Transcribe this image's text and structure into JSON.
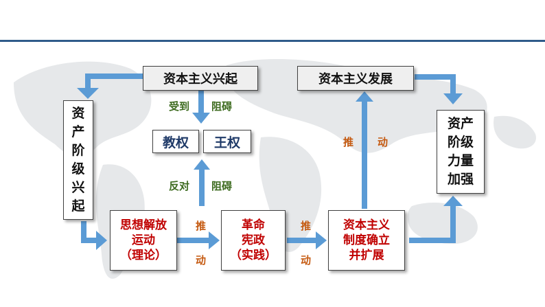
{
  "colors": {
    "arrow": "#5b9bd5",
    "accent_red": "#c00000",
    "label_green": "#3d6b1f",
    "label_orange": "#c55a11",
    "navy_text": "#1f3a68",
    "rule_line": "#2f5b8a"
  },
  "boxes": {
    "rise": "资本主义兴起",
    "development": "资本主义发展",
    "church": "教权",
    "kingship": "王权",
    "bourgeoisie_rise": [
      "资",
      "产",
      "阶",
      "级",
      "兴",
      "起"
    ],
    "bourgeoisie_strong": [
      "资产",
      "阶级",
      "力量",
      "加强"
    ],
    "enlightenment": [
      "思想解放",
      "运动",
      "（理论）"
    ],
    "revolution": [
      "革命",
      "宪政",
      "（实践）"
    ],
    "system": [
      "资本主义",
      "制度确立",
      "并扩展"
    ]
  },
  "labels": {
    "suffer": "受到",
    "obstruct1": "阻碍",
    "oppose": "反对",
    "obstruct2": "阻碍",
    "push_a1": "推",
    "push_a2": "动",
    "push_b1": "推",
    "push_b2": "动",
    "push_c1": "推",
    "push_c2": "动"
  }
}
